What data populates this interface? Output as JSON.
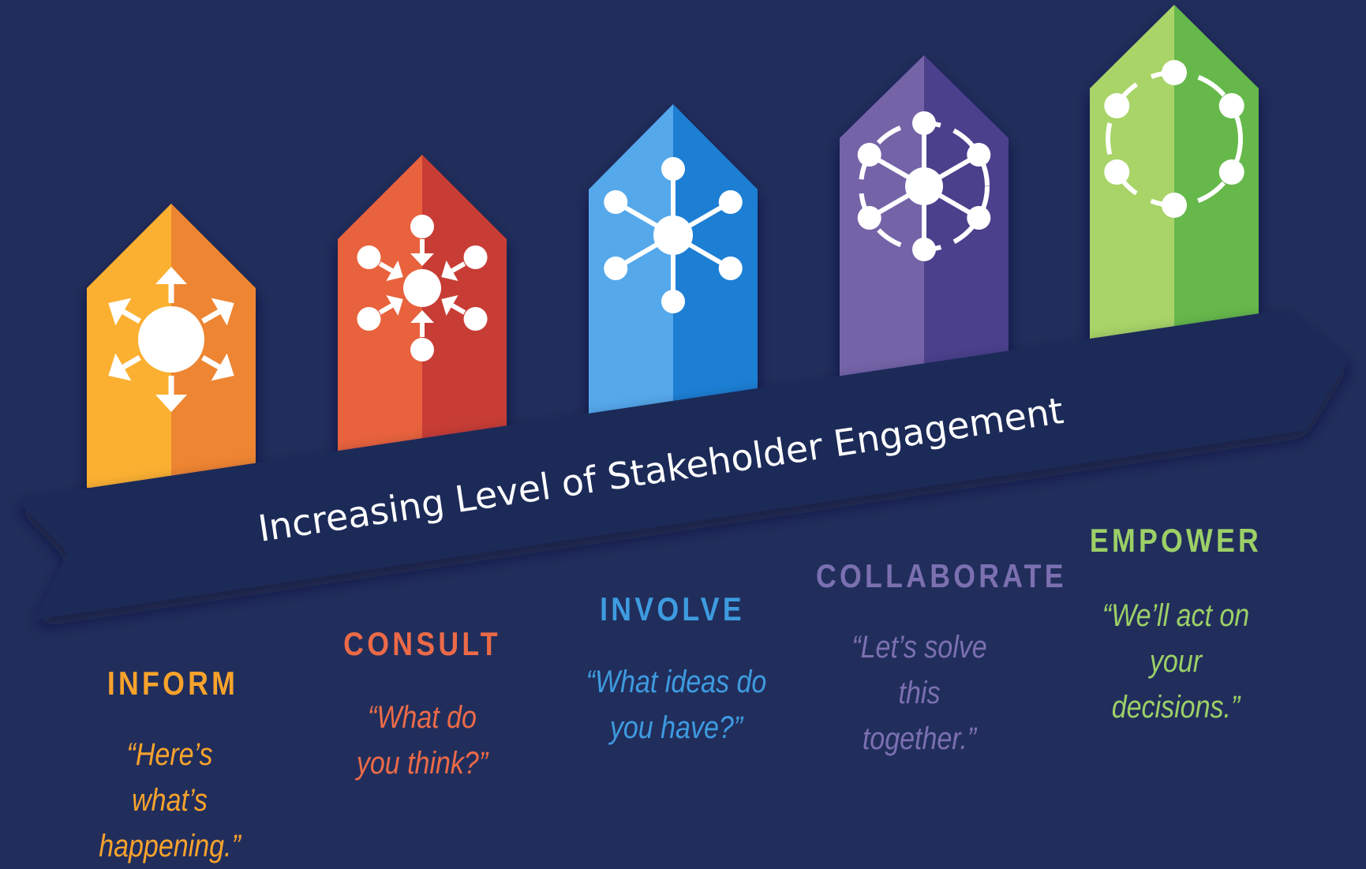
{
  "banner": {
    "text": "Increasing Level of Stakeholder Engagement"
  },
  "levels": [
    {
      "title": "INFORM",
      "quote": "“Here’s what’s happening.”",
      "color": "#f9a32c",
      "color_light": "#fbb033",
      "color_dark": "#ee8530",
      "icon": "broadcast-arrows-out-icon"
    },
    {
      "title": "CONSULT",
      "quote": "“What do you think?”",
      "color": "#ec6a47",
      "color_light": "#e8623e",
      "color_dark": "#c73e36",
      "icon": "feedback-arrows-in-icon"
    },
    {
      "title": "INVOLVE",
      "quote": "“What ideas do you have?”",
      "color": "#3e9be0",
      "color_light": "#55a8ea",
      "color_dark": "#1e7fd4",
      "icon": "hub-network-icon"
    },
    {
      "title": "COLLABORATE",
      "quote": "“Let’s solve this together.”",
      "color": "#7c70b1",
      "color_light": "#7564a8",
      "color_dark": "#4b3f8c",
      "icon": "hub-ring-network-icon"
    },
    {
      "title": "EMPOWER",
      "quote": "“We’ll act on your decisions.”",
      "color": "#9cd067",
      "color_light": "#a8d468",
      "color_dark": "#66b84c",
      "icon": "circle-network-icon"
    }
  ],
  "colors": {
    "background": "#212e5c",
    "banner": "#1f2c59",
    "banner_shadow": "#141d40",
    "banner_text": "#ffffff"
  }
}
